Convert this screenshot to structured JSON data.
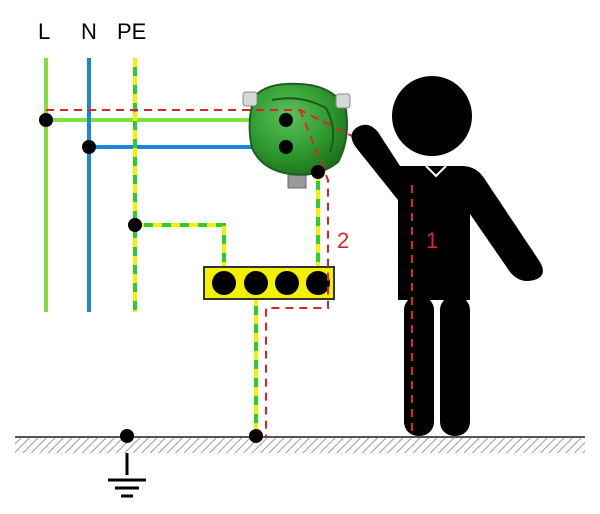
{
  "labels": {
    "l": "L",
    "n": "N",
    "pe": "PE",
    "path1": "1",
    "path2": "2"
  },
  "colors": {
    "l_wire": "#7fe03a",
    "n_wire": "#1a86e0",
    "pe_green": "#2ecc2e",
    "pe_yellow": "#f2f200",
    "fault_path": "#e0232a",
    "terminal_block": "#f5f000",
    "device": "#2e9a2e",
    "person": "#000000",
    "ground_fill": "#d0d0d0"
  }
}
